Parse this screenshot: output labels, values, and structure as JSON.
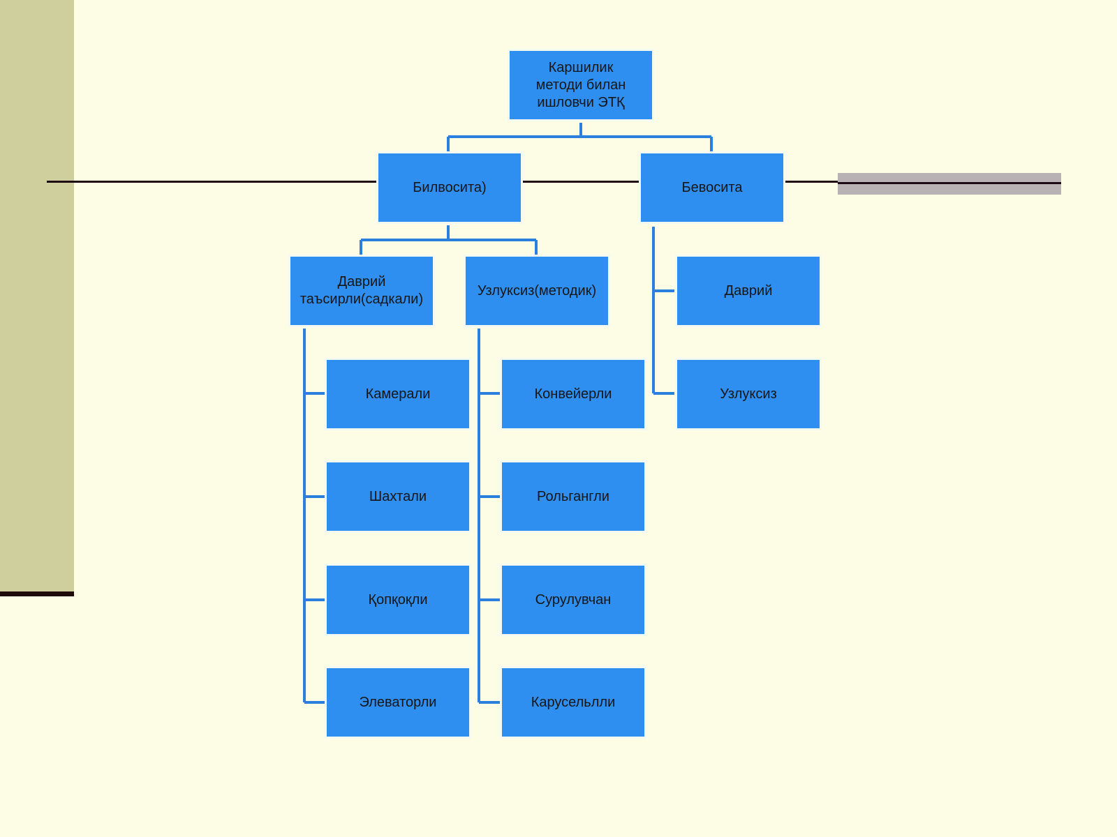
{
  "colors": {
    "background": "#fdfde6",
    "side_panel": "#cfcf9e",
    "node_fill": "#2e8ff0",
    "connector": "#2a80dc",
    "rule": "#1e0a12",
    "gray_band": "#b8b2b5"
  },
  "diagram": {
    "root": "Каршилик\nметоди билан\nишловчи ЭТҚ",
    "indirect": {
      "label": "Билвосита)",
      "periodic": {
        "label": "Даврий\nтаъсирли(садкали)",
        "items": [
          "Камерали",
          "Шахтали",
          "Қопқоқли",
          "Элеваторли"
        ]
      },
      "continuous": {
        "label": "Узлуксиз(методик)",
        "items": [
          "Конвейерли",
          "Рольгангли",
          "Сурулувчан",
          "Карусельлли"
        ]
      }
    },
    "direct": {
      "label": "Бевосита",
      "items": [
        "Даврий",
        "Узлуксиз"
      ]
    }
  }
}
